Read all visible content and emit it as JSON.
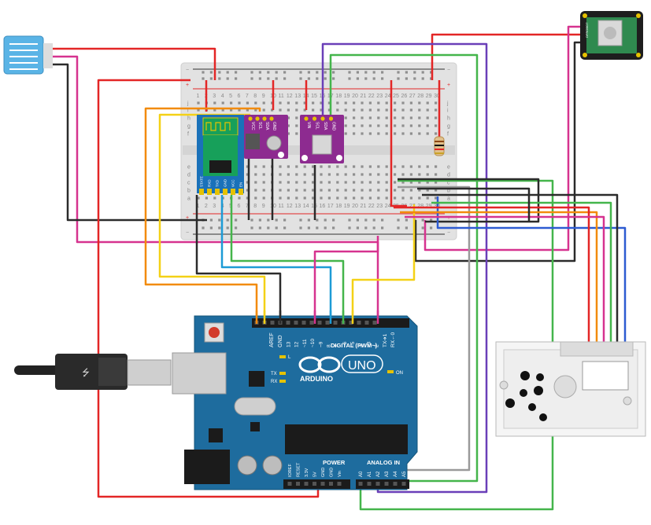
{
  "arduino": {
    "aref_label": "AREF",
    "gnd_label": "GND",
    "digital_pin_labels": [
      "13",
      "12",
      "~11",
      "~10",
      "~9",
      "8",
      "7",
      "~6",
      "~5",
      "4",
      "~3",
      "2",
      "TX➔1",
      "RX←0"
    ],
    "digital_header_label": "DIGITAL (PWM~)",
    "brand_label": "ARDUINO",
    "model_label": "UNO",
    "tx_label": "TX",
    "rx_label": "RX",
    "l_label": "L",
    "on_label": "ON",
    "power_header_label": "POWER",
    "power_pin_labels": [
      "IOREF",
      "RESET",
      "3.3V",
      "5V",
      "GND",
      "GND",
      "Vin"
    ],
    "analog_header_label": "ANALOG IN",
    "analog_pin_labels": [
      "A0",
      "A1",
      "A2",
      "A3",
      "A4",
      "A5"
    ]
  },
  "breadboard": {
    "column_numbers": [
      "1",
      "2",
      "3",
      "4",
      "5",
      "6",
      "7",
      "8",
      "9",
      "10",
      "11",
      "12",
      "13",
      "14",
      "15",
      "16",
      "17",
      "18",
      "19",
      "20",
      "21",
      "22",
      "23",
      "24",
      "25",
      "26",
      "27",
      "28",
      "29",
      "30"
    ],
    "top_row_letters": [
      "j",
      "i",
      "h",
      "g",
      "f"
    ],
    "bottom_row_letters": [
      "e",
      "d",
      "c",
      "b",
      "a"
    ],
    "plus_label": "+",
    "minus_label": "−"
  },
  "modules": {
    "bluetooth_pin_labels": [
      "STATE",
      "RXD",
      "TXD",
      "GND",
      "VCC",
      "EN"
    ],
    "rtc_pin_labels": [
      "VCC",
      "SCL",
      "SDA",
      "GND"
    ],
    "sensor_pin_labels": [
      "VIN",
      "SCL",
      "SDA",
      "GND"
    ],
    "co2_sensor_brand": "DFROBOT"
  },
  "colors": {
    "wire_red": "#e32626",
    "wire_black": "#2b2b2b",
    "wire_magenta": "#d6338f",
    "wire_orange": "#f28b0c",
    "wire_yellow": "#f4d116",
    "wire_green": "#44b54b",
    "wire_blue": "#2d5bd1",
    "wire_cyan": "#1d9bd6",
    "wire_purple": "#6a3fb8",
    "wire_gray": "#9a9a9a",
    "board_blue": "#1e6c9e",
    "module_purple": "#8d2b90",
    "bluetooth_blue": "#1a71b9"
  }
}
